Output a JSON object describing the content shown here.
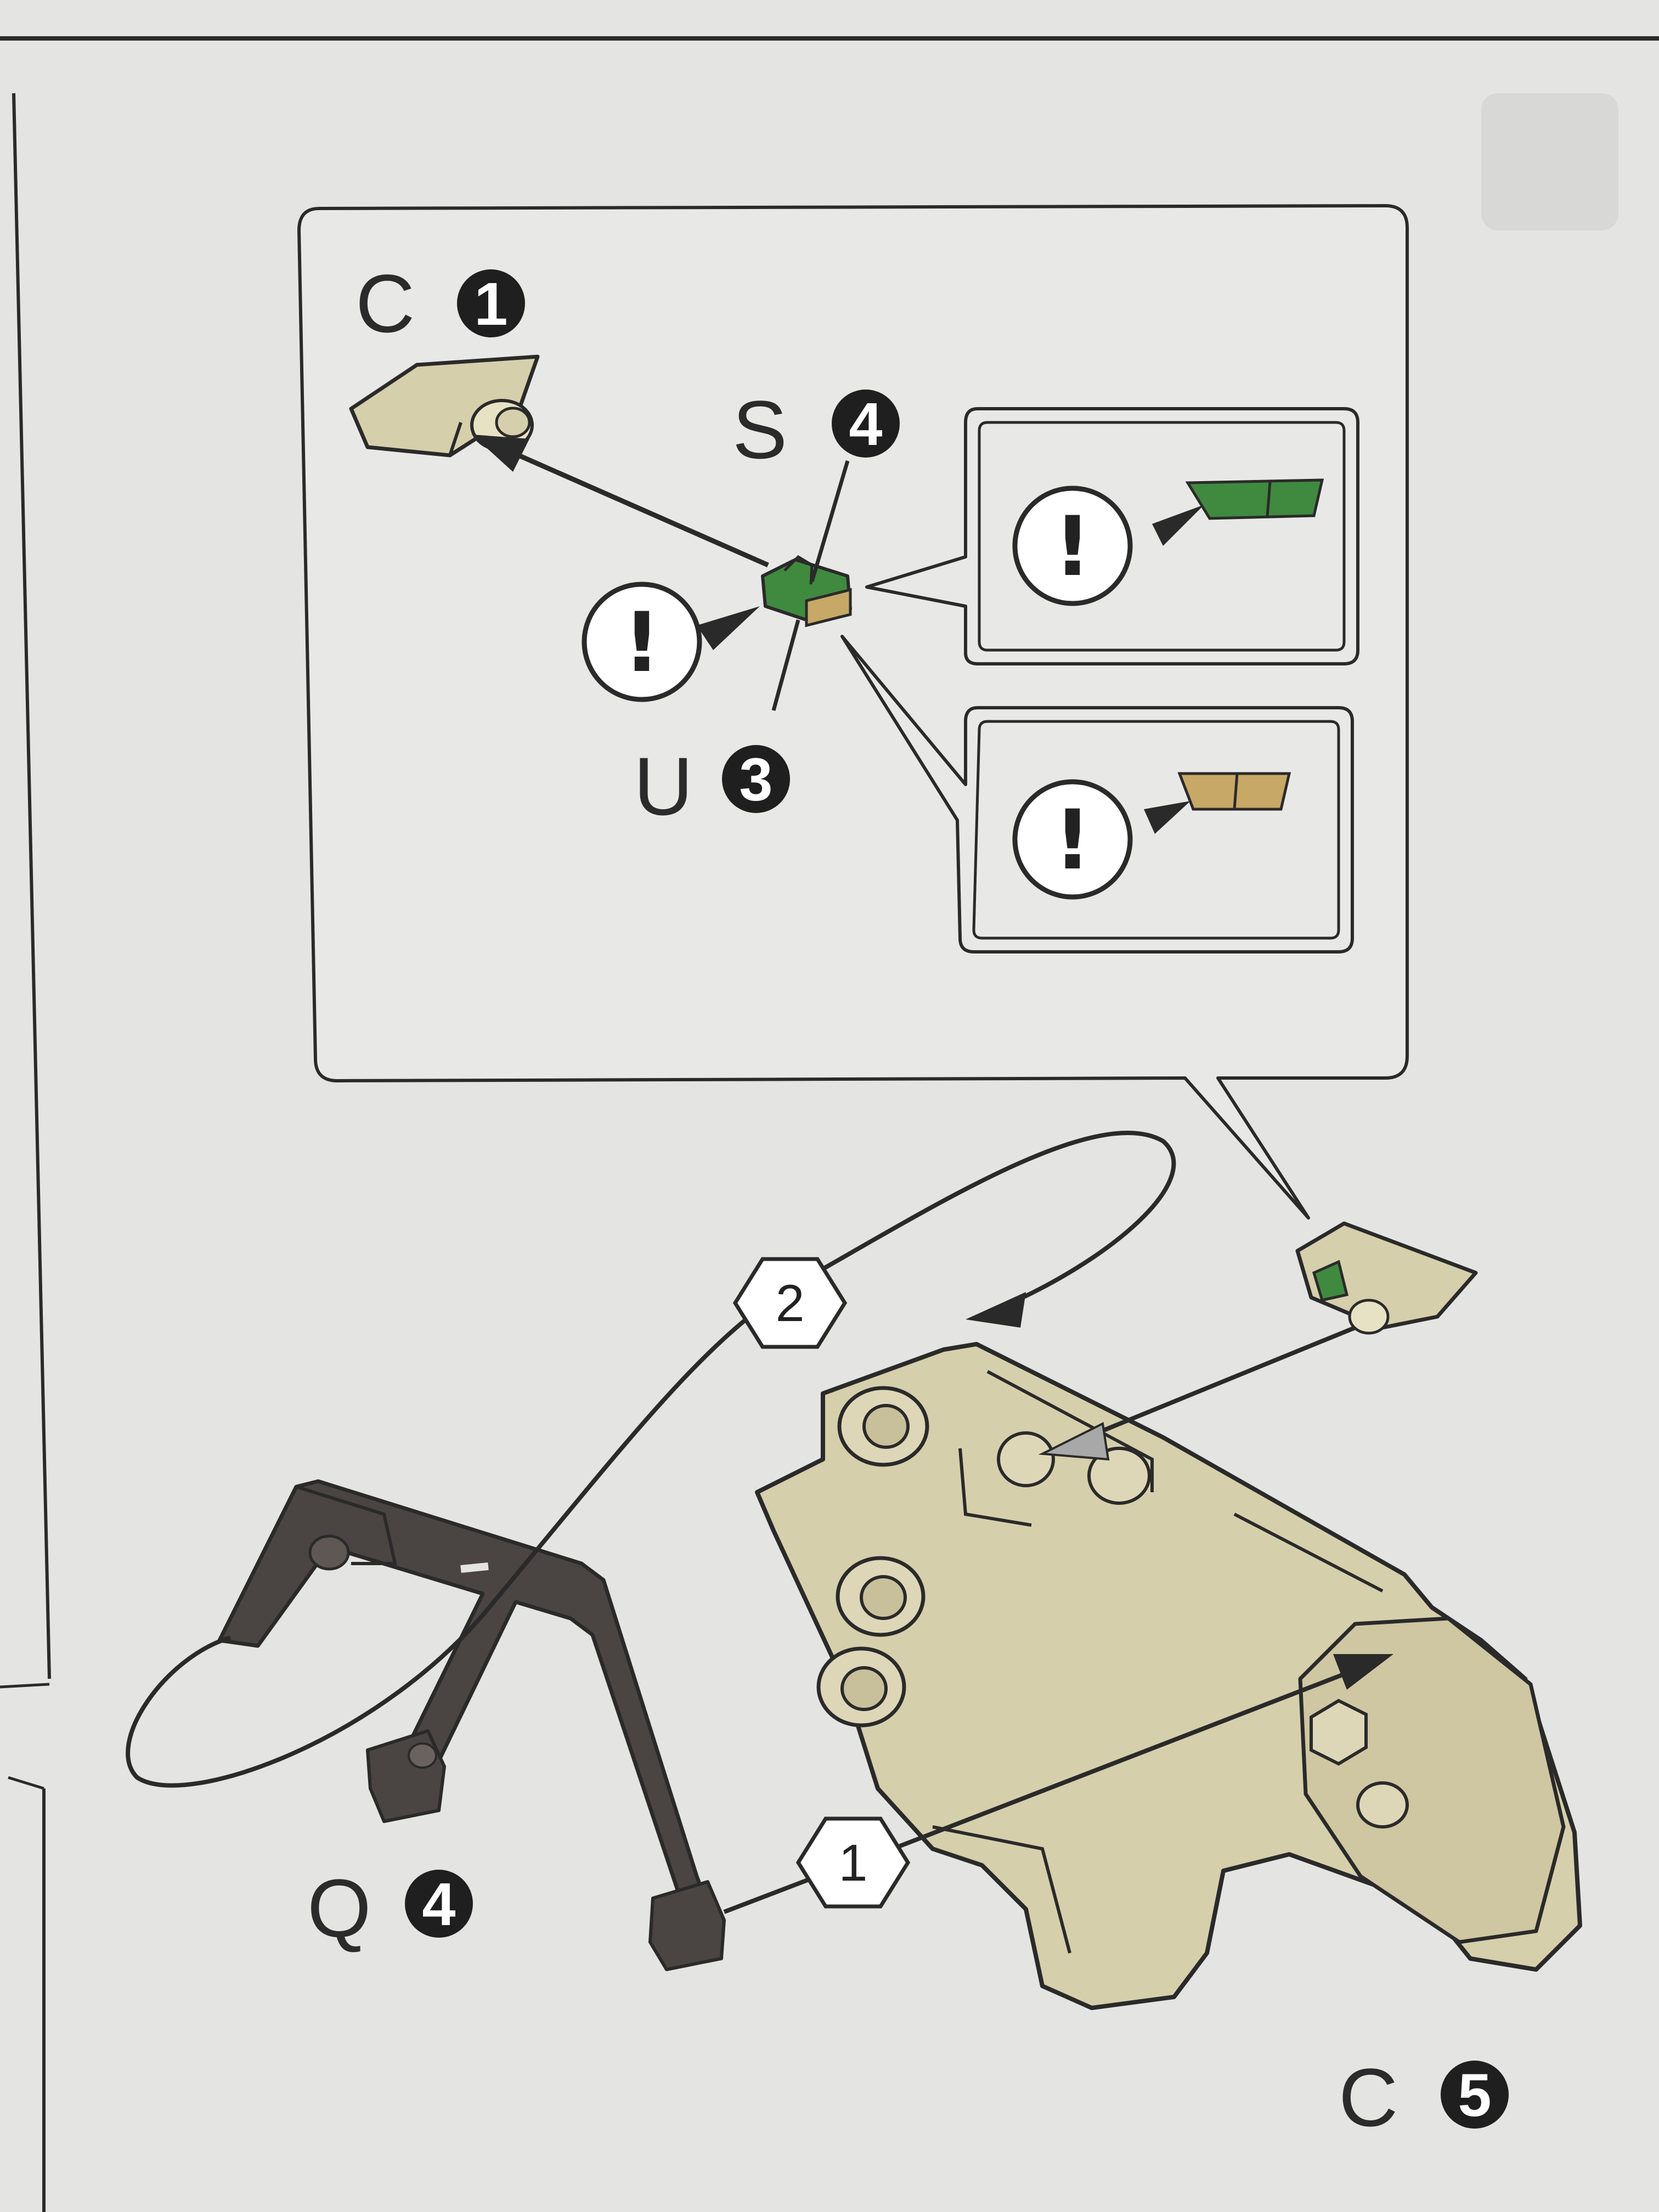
{
  "colors": {
    "page": "#e4e4e2",
    "line": "#2a2a2a",
    "badge": "#1f1f1f",
    "part_beige": "#d6cfac",
    "part_beige_dark": "#b9b08a",
    "part_green": "#3f8a3f",
    "part_tan": "#c7a866",
    "part_dark": "#4a4442"
  },
  "labels": {
    "c1": {
      "letter": "C",
      "num": "1"
    },
    "s4": {
      "letter": "S",
      "num": "4"
    },
    "u3": {
      "letter": "U",
      "num": "3"
    },
    "q4": {
      "letter": "Q",
      "num": "4"
    },
    "c5": {
      "letter": "C",
      "num": "5"
    }
  },
  "steps": {
    "step1": "1",
    "step2": "2"
  },
  "warnings": {
    "symbol": "!"
  },
  "icons": {
    "step_marker": "hexagon-icon",
    "caution": "caution-circle-icon"
  }
}
